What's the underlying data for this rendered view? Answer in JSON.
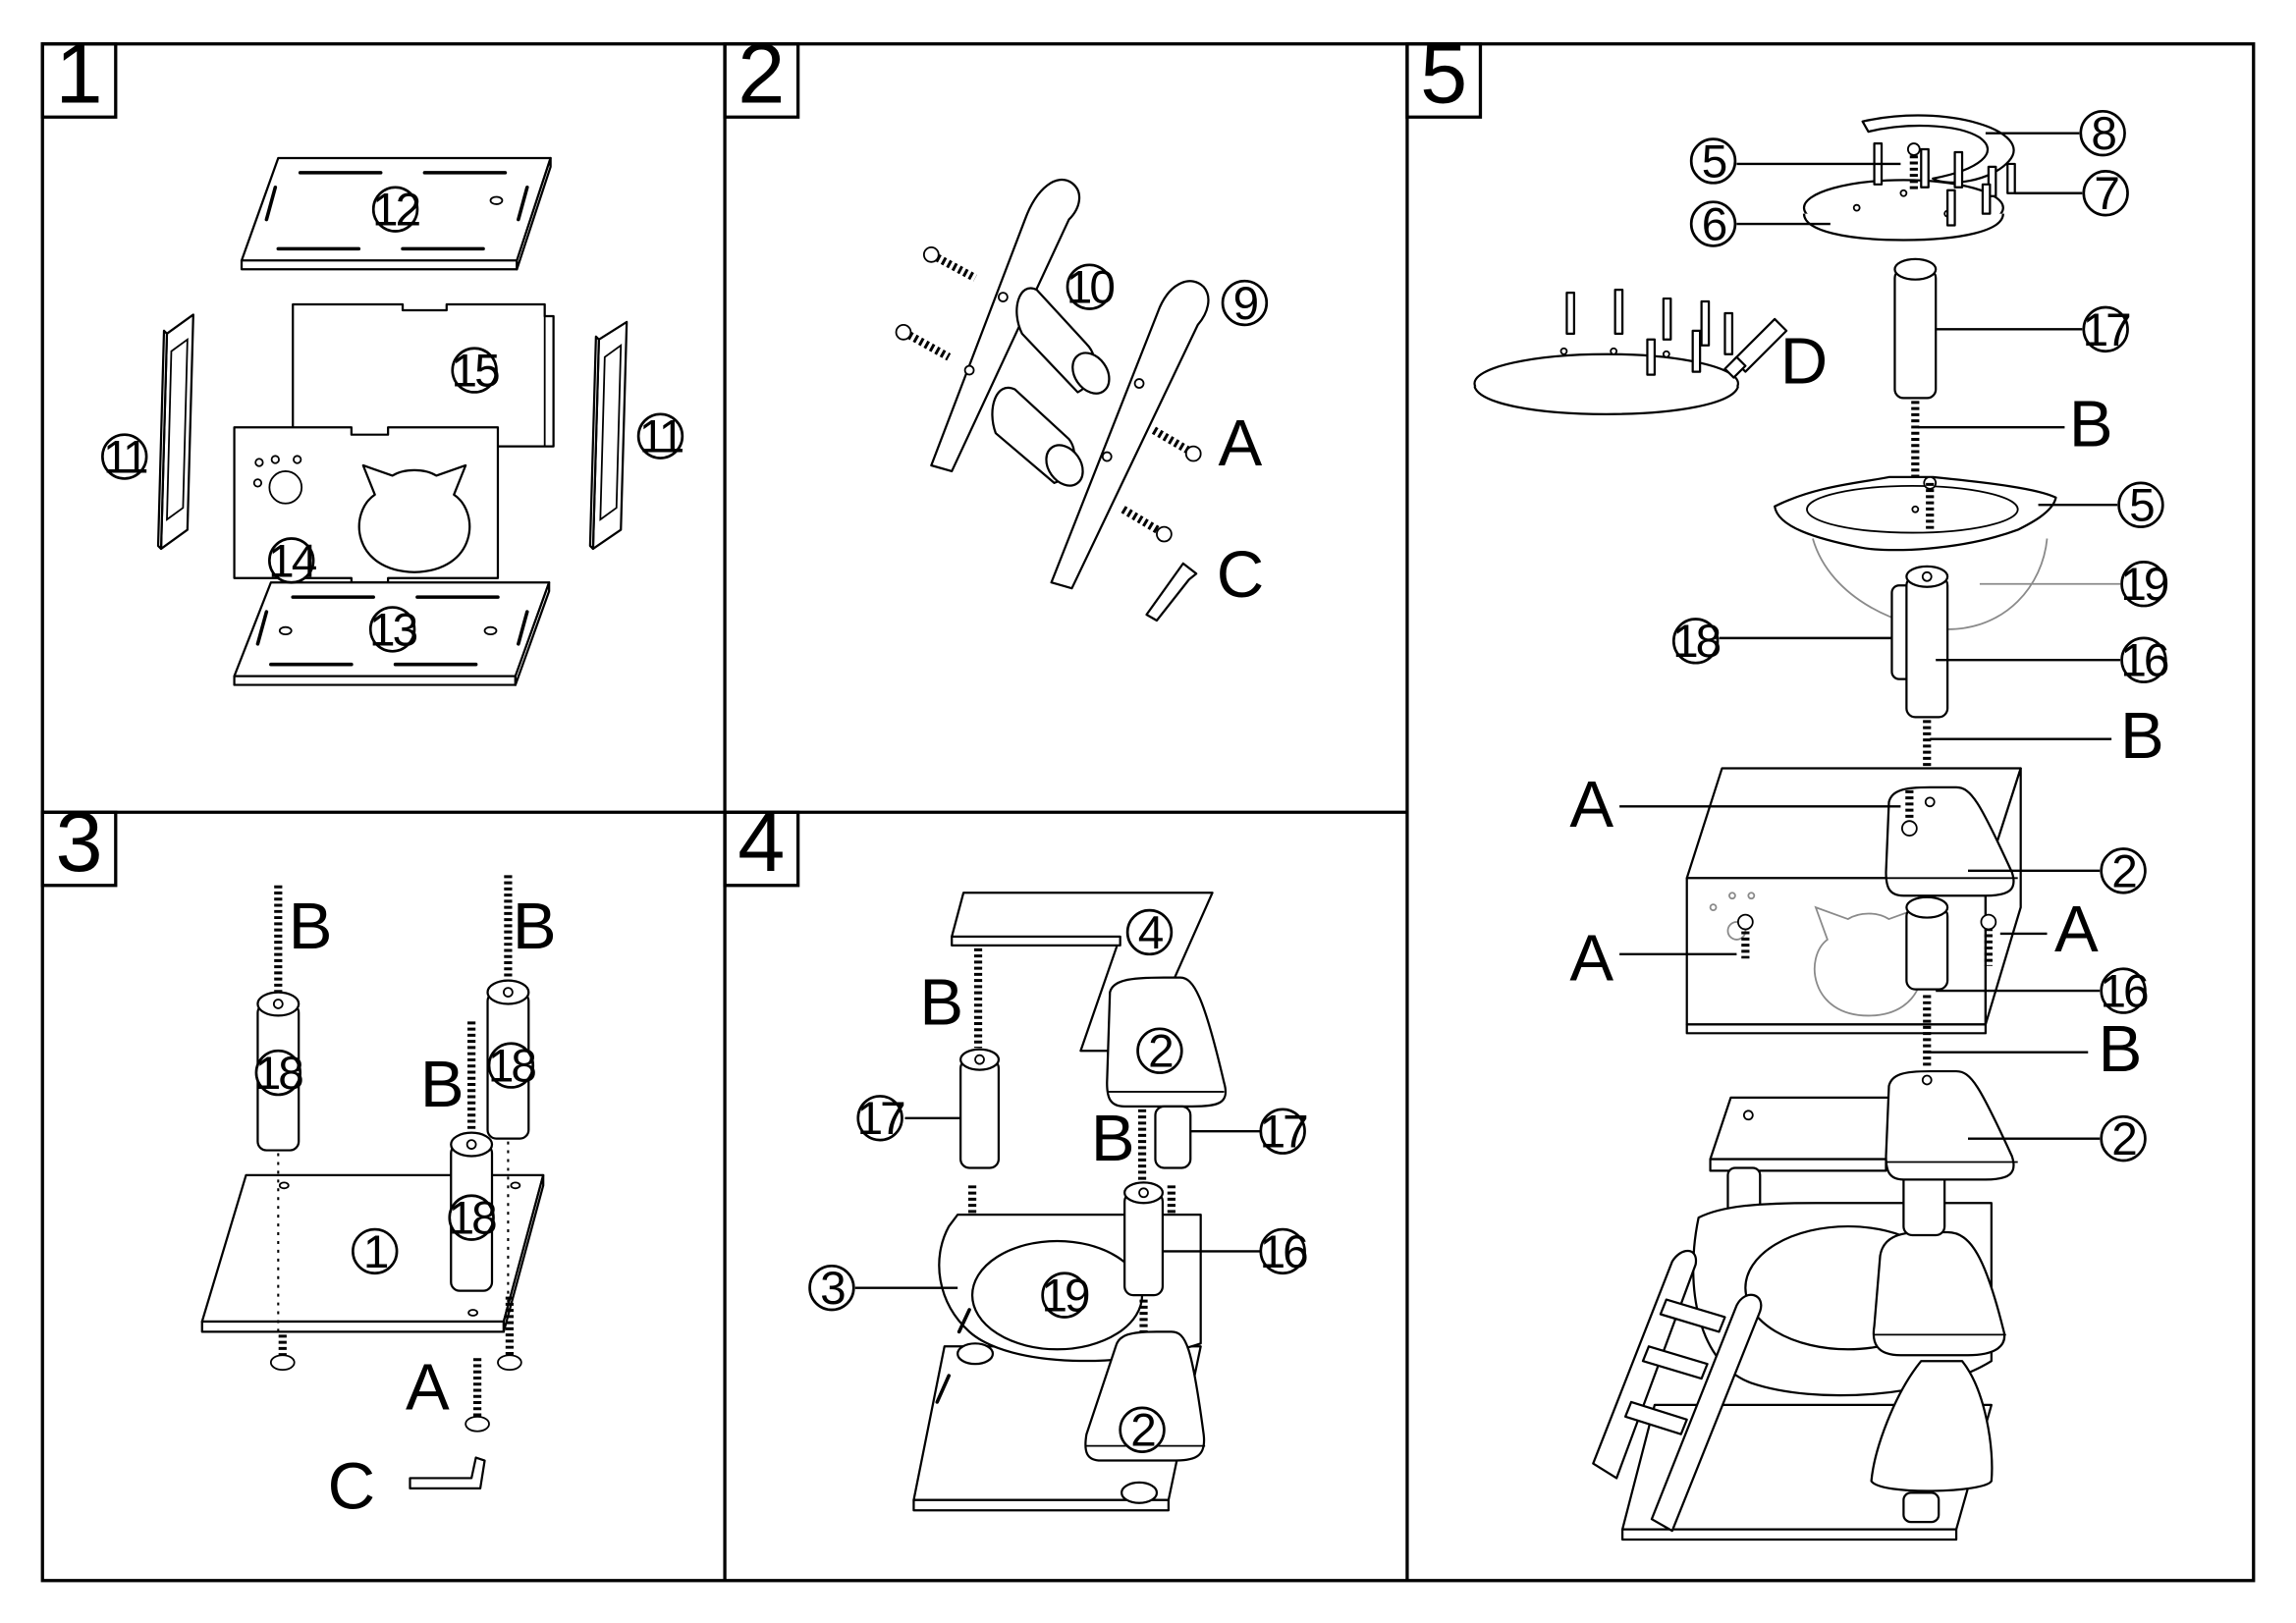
{
  "panels": [
    {
      "step": "1",
      "labels": {
        "top_panel": "12",
        "back_panel": "15",
        "left_side": "11",
        "right_side": "11",
        "front_panel": "14",
        "bottom_panel": "13"
      }
    },
    {
      "step": "2",
      "labels": {
        "ladder_rail_left": "10",
        "ladder_rail_right": "9",
        "screw": "A",
        "hex_key": "C"
      }
    },
    {
      "step": "3",
      "labels": {
        "base_plate": "1",
        "post_left": "18",
        "post_right": "18",
        "post_front": "18",
        "rod_left": "B",
        "rod_right": "B",
        "rod_front": "B",
        "screw": "A",
        "hex_key": "C"
      }
    },
    {
      "step": "4",
      "labels": {
        "top_board": "4",
        "step_board_upper": "2",
        "step_board_lower": "2",
        "post_left": "17",
        "post_right": "17",
        "post_center": "16",
        "base_board": "3",
        "mat": "19",
        "rod_left": "B",
        "rod_middle": "B"
      }
    },
    {
      "step": "5",
      "labels": {
        "hammock_arc": "8",
        "pins_callout": "5",
        "pins_right": "7",
        "round_top": "6",
        "glue": "D",
        "post_top": "17",
        "rod_1": "B",
        "bowl_frame": "5",
        "bowl_fabric": "19",
        "post_18": "18",
        "post_16_upper": "16",
        "rod_2": "B",
        "screw_1": "A",
        "step_upper": "2",
        "screw_2": "A",
        "screw_3": "A",
        "post_16_lower": "16",
        "rod_3": "B",
        "step_lower": "2"
      }
    }
  ]
}
